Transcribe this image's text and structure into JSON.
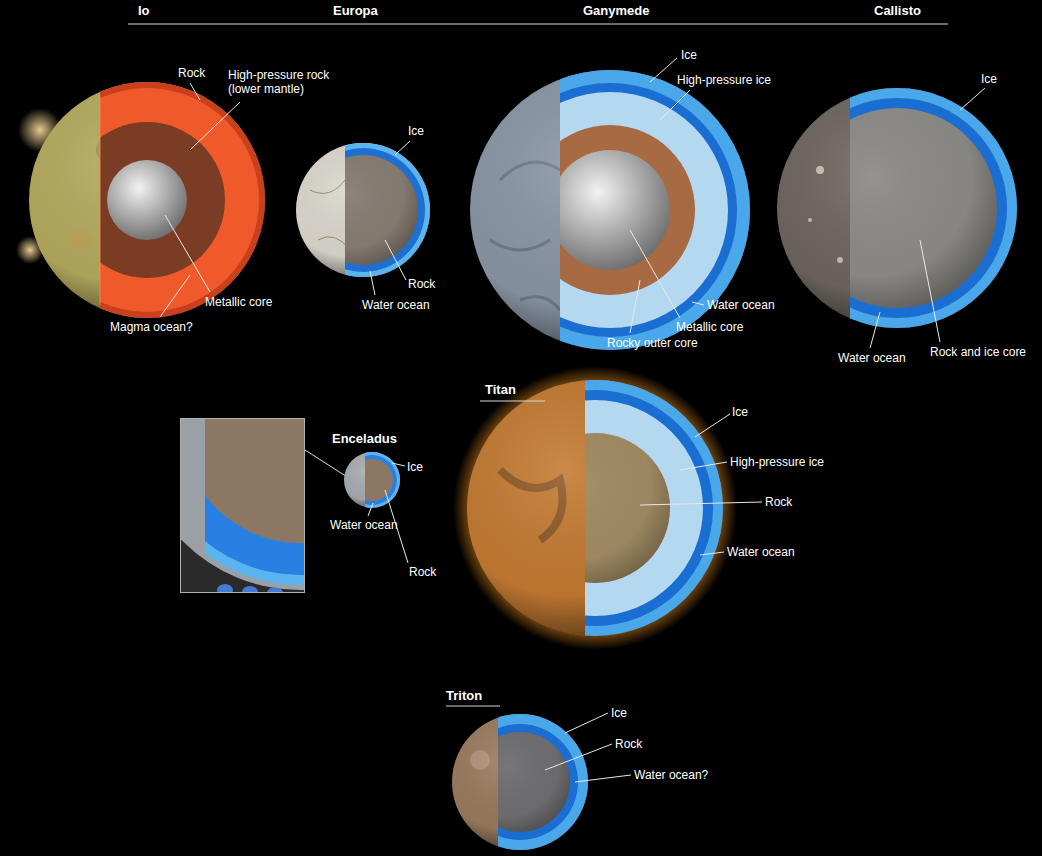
{
  "diagram": {
    "nodes": [
      {
        "text": [
          "Io"
        ]
      },
      {
        "text": [
          "Europa"
        ]
      },
      {
        "text": [
          "Ganymede"
        ]
      },
      {
        "text": [
          "Callisto"
        ]
      },
      {
        "text": [
          "Enceladus"
        ]
      },
      {
        "text": [
          "Titan"
        ]
      },
      {
        "text": [
          "Triton"
        ]
      }
    ],
    "labels": [
      "Rock",
      "High-pressure rock (lower mantle)",
      "Metallic core",
      "Magma ocean?",
      "Ice",
      "Rock",
      "Water ocean",
      "Ice",
      "High-pressure ice",
      "Water ocean",
      "Metallic core",
      "Rocky outer core",
      "Ice",
      "Water ocean",
      "Rock and ice core",
      "Ice",
      "Water ocean",
      "Rock",
      "Ice",
      "High-pressure ice",
      "Rock",
      "Water ocean",
      "Ice",
      "Rock",
      "Water ocean?"
    ]
  }
}
